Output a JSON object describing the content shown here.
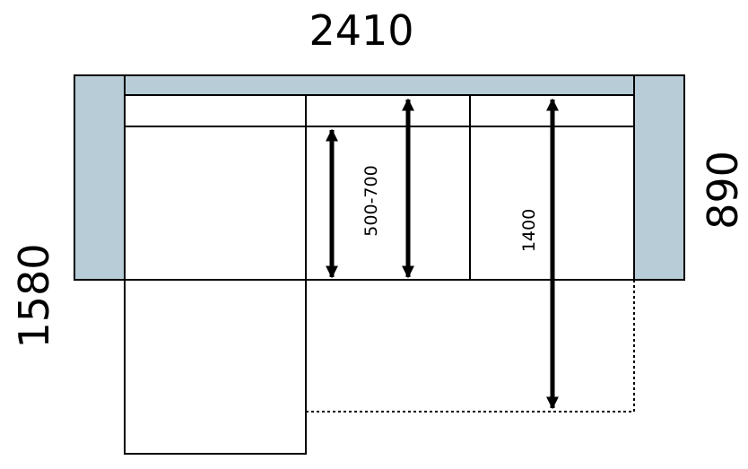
{
  "dimensions": {
    "width_total": "2410",
    "depth_back": "890",
    "depth_total": "1580",
    "seat_depth": "500-700",
    "extended_depth": "1400"
  },
  "colors": {
    "upholstery": "#b7ccd6",
    "line": "#000000",
    "background": "#ffffff"
  }
}
